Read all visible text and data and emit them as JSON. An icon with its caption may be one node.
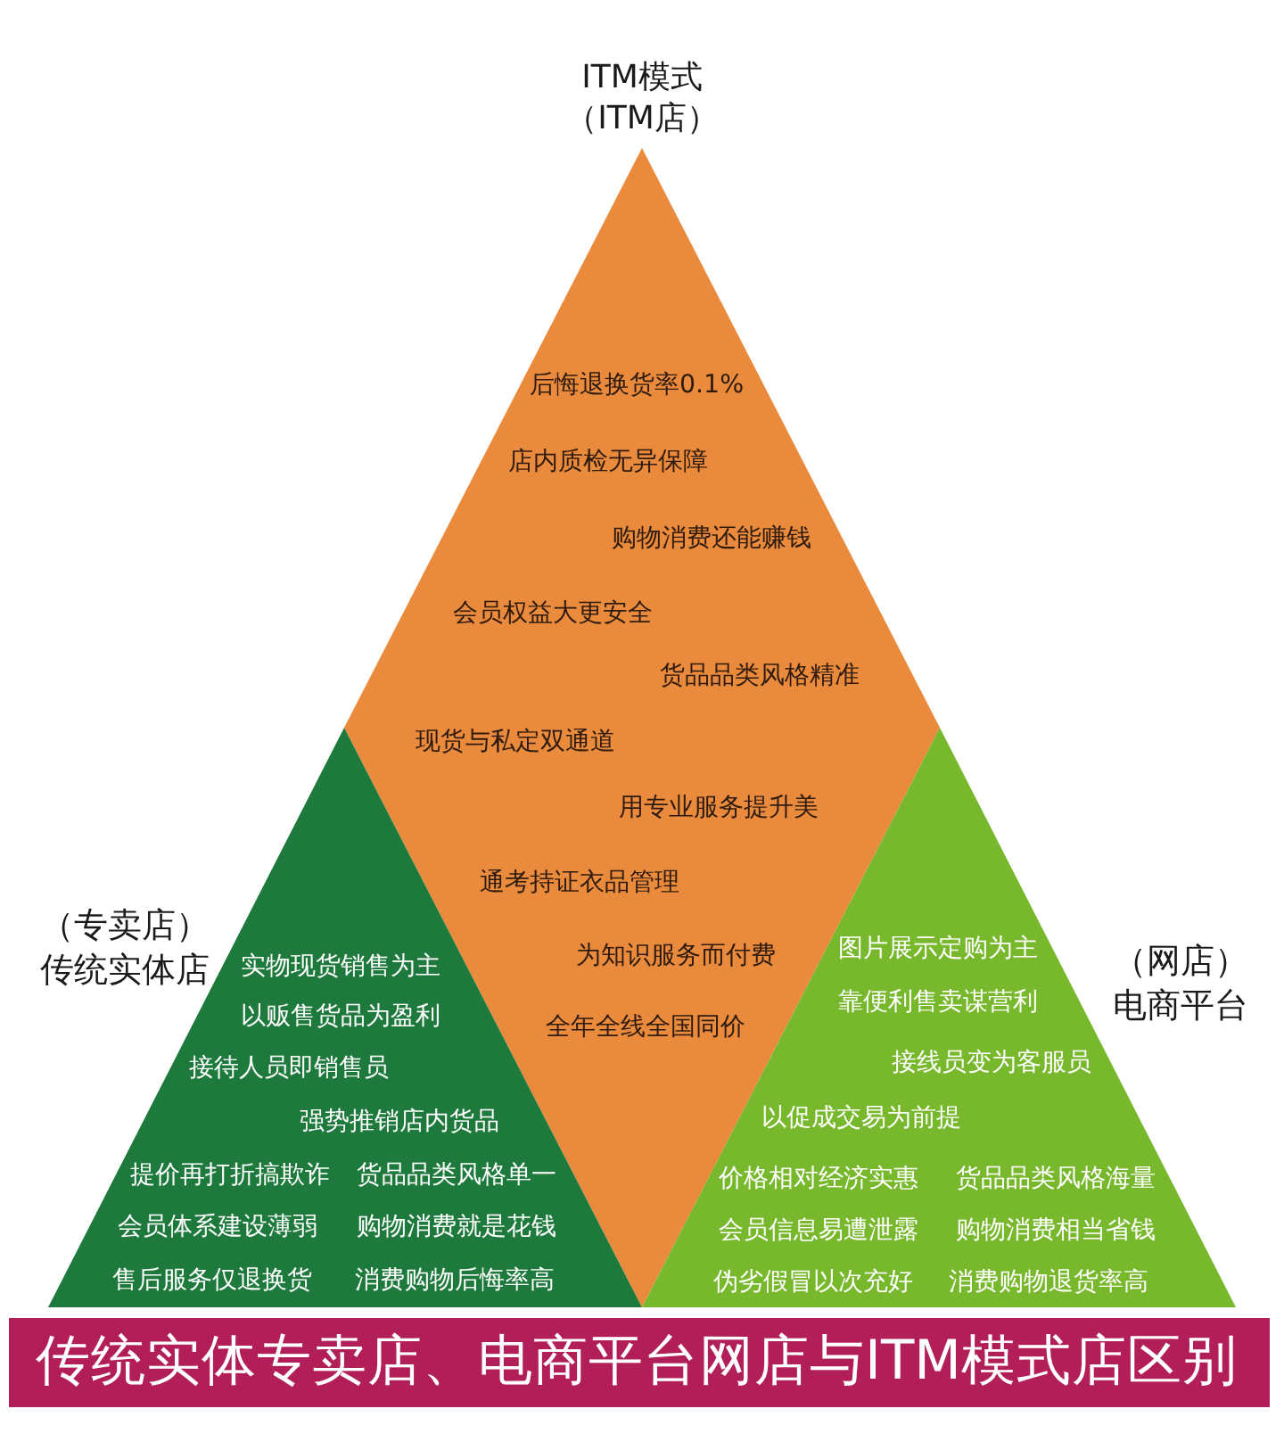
{
  "diagram": {
    "title": "传统实体专卖店、电商平台网店与ITM模式店区别",
    "nodes": [
      {
        "text": [
          "ITM模式（ITM店）",
          "后悔退换货率0.1%",
          "店内质检无异保障",
          "购物消费还能赚钱",
          "会员权益大更安全",
          "货品品类风格精准",
          "现货与私定双通道",
          "用专业服务提升美",
          "通考持证衣品管理",
          "为知识服务而付费",
          "全年全线全国同价"
        ]
      },
      {
        "text": [
          "（专卖店）传统实体店",
          "实物现货销售为主",
          "以贩售货品为盈利",
          "接待人员即销售员",
          "强势推销店内货品",
          "提价再打折搞欺诈",
          "货品品类风格单一",
          "会员体系建设薄弱",
          "购物消费就是花钱",
          "售后服务仅退换货",
          "消费购物后悔率高"
        ]
      },
      {
        "text": [
          "（网店）电商平台",
          "图片展示定购为主",
          "靠便利售卖谋营利",
          "接线员变为客服员",
          "以促成交易为前提",
          "价格相对经济实惠",
          "货品品类风格海量",
          "会员信息易遭泄露",
          "购物消费相当省钱",
          "伪劣假冒以次充好",
          "消费购物退货率高"
        ]
      }
    ]
  }
}
